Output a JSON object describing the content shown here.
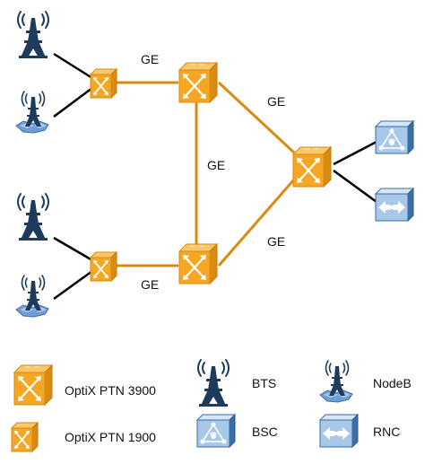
{
  "links": {
    "ge_top_left": "GE",
    "ge_top_right": "GE",
    "ge_middle": "GE",
    "ge_bottom_right": "GE",
    "ge_bottom_left": "GE"
  },
  "legend": {
    "ptn3900": "OptiX PTN 3900",
    "ptn1900": "OptiX PTN 1900",
    "bts": "BTS",
    "bsc": "BSC",
    "nodeb": "NodeB",
    "rnc": "RNC"
  },
  "colors": {
    "router_orange": "#f5a623",
    "router_dark": "#d98a10",
    "link_orange": "#d98a10",
    "tower_navy": "#1f3b5c",
    "ctrl_blue": "#a8c8e8",
    "ctrl_dark": "#3a6ea5"
  },
  "icons": {
    "ptn3900": "ptn-3900-router-icon",
    "ptn1900": "ptn-1900-router-icon",
    "bts": "bts-tower-icon",
    "nodeb": "nodeb-tower-icon",
    "bsc": "bsc-controller-icon",
    "rnc": "rnc-controller-icon"
  }
}
